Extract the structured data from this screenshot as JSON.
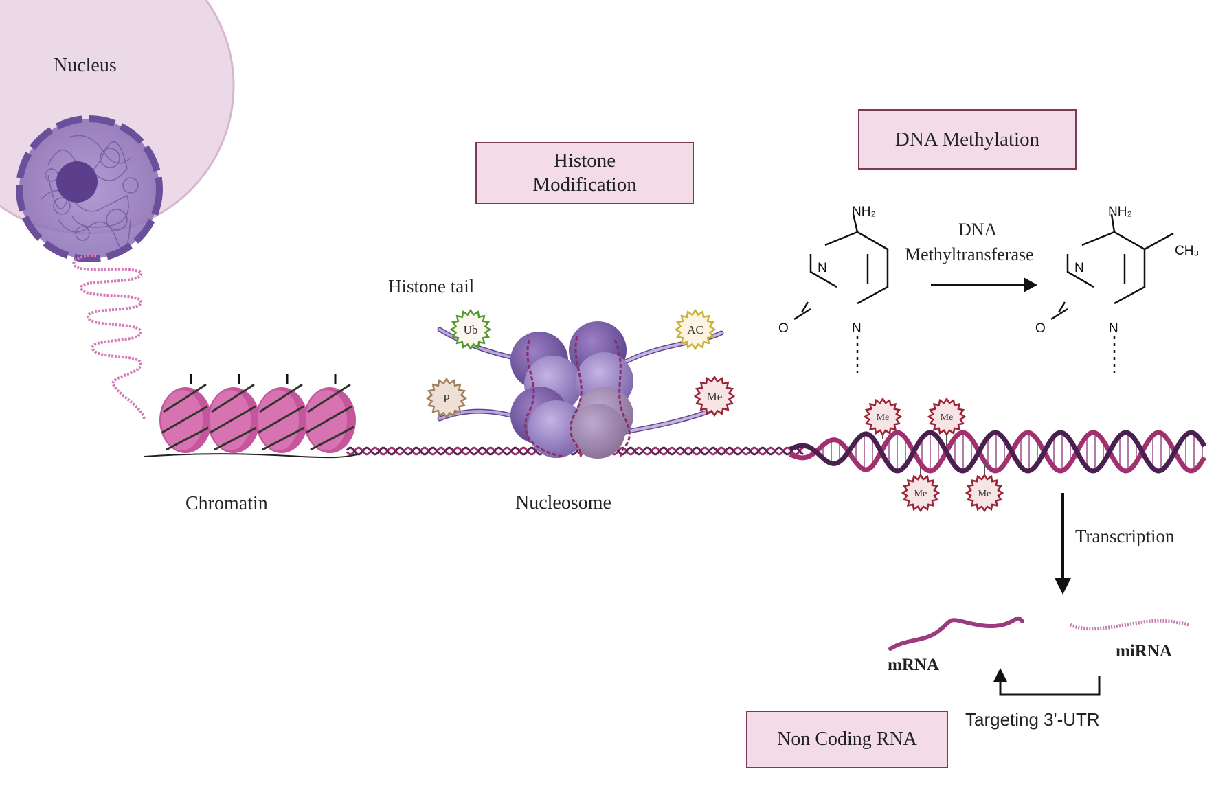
{
  "labels": {
    "nucleus": "Nucleus",
    "chromatin": "Chromatin",
    "nucleosome": "Nucleosome",
    "histone_tail": "Histone tail",
    "dna_methyltransferase_line1": "DNA",
    "dna_methyltransferase_line2": "Methyltransferase",
    "transcription": "Transcription",
    "mrna": "mRNA",
    "mirna": "miRNA",
    "targeting": "Targeting 3'-UTR"
  },
  "boxes": {
    "histone_modification_line1": "Histone",
    "histone_modification_line2": "Modification",
    "dna_methylation": "DNA Methylation",
    "non_coding_rna": "Non Coding RNA"
  },
  "marks": {
    "ub": "Ub",
    "ac": "AC",
    "p": "P",
    "me": "Me"
  },
  "chem": {
    "nh2": "NH₂",
    "ch3": "CH₃",
    "n": "N",
    "o": "O"
  },
  "colors": {
    "nucleus_fill": "#ecd9e8",
    "box_fill": "#f3dbe8",
    "box_border": "#7a3b5a",
    "dna_magenta": "#a0306e",
    "dna_dark": "#5a2552",
    "histone_pink": "#cf5aa0",
    "octamer_purple": "#8d6fb8",
    "me_red": "#9b2335",
    "ub_green": "#4f9a2a",
    "ac_yellow": "#c9b030",
    "p_tan": "#a08060"
  }
}
